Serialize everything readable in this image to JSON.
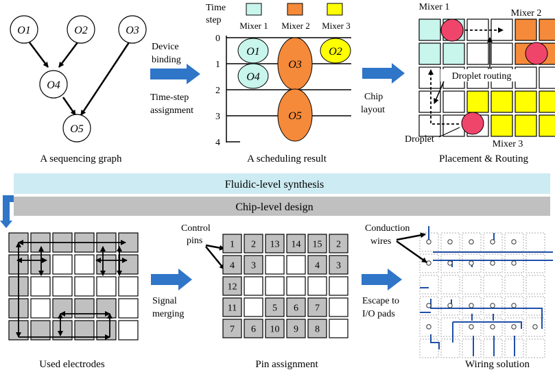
{
  "graph": {
    "caption": "A sequencing graph",
    "nodes": [
      "O1",
      "O2",
      "O3",
      "O4",
      "O5"
    ]
  },
  "arrow1": {
    "line1": "Device",
    "line2": "binding",
    "line3": "Time-step",
    "line4": "assignment"
  },
  "schedule": {
    "caption": "A scheduling result",
    "timestep_label_1": "Time",
    "timestep_label_2": "step",
    "mixers": [
      "Mixer 1",
      "Mixer 2",
      "Mixer 3"
    ],
    "ticks": [
      "0",
      "1",
      "2",
      "3",
      "4"
    ],
    "ops": [
      "O1",
      "O4",
      "O3",
      "O5",
      "O2"
    ],
    "colors": {
      "mixer1": "#c8f5ec",
      "mixer2": "#f58a3a",
      "mixer3": "#ffff00"
    }
  },
  "arrow2": {
    "line1": "Chip",
    "line2": "layout"
  },
  "placement": {
    "caption": "Placement & Routing",
    "mixer1": "Mixer 1",
    "mixer2": "Mixer 2",
    "mixer3": "Mixer 3",
    "routing_label": "Droplet routing",
    "droplet_label": "Droplet"
  },
  "bands": {
    "fluidic": "Fluidic-level synthesis",
    "chip": "Chip-level design"
  },
  "electrodes": {
    "caption": "Used electrodes"
  },
  "arrow3": {
    "line1": "Signal",
    "line2": "merging"
  },
  "pins": {
    "caption": "Pin assignment",
    "label_1": "Control",
    "label_2": "pins",
    "rows": [
      [
        "1",
        "2",
        "13",
        "14",
        "15",
        "2"
      ],
      [
        "4",
        "3",
        "",
        "",
        "4",
        "3"
      ],
      [
        "12",
        "",
        "",
        "",
        "",
        ""
      ],
      [
        "11",
        "",
        "5",
        "6",
        "7",
        ""
      ],
      [
        "7",
        "6",
        "10",
        "9",
        "8",
        ""
      ]
    ]
  },
  "wiring": {
    "caption": "Wiring solution",
    "conduction_1": "Conduction",
    "conduction_2": "wires",
    "escape_1": "Escape to",
    "escape_2": "I/O pads"
  }
}
